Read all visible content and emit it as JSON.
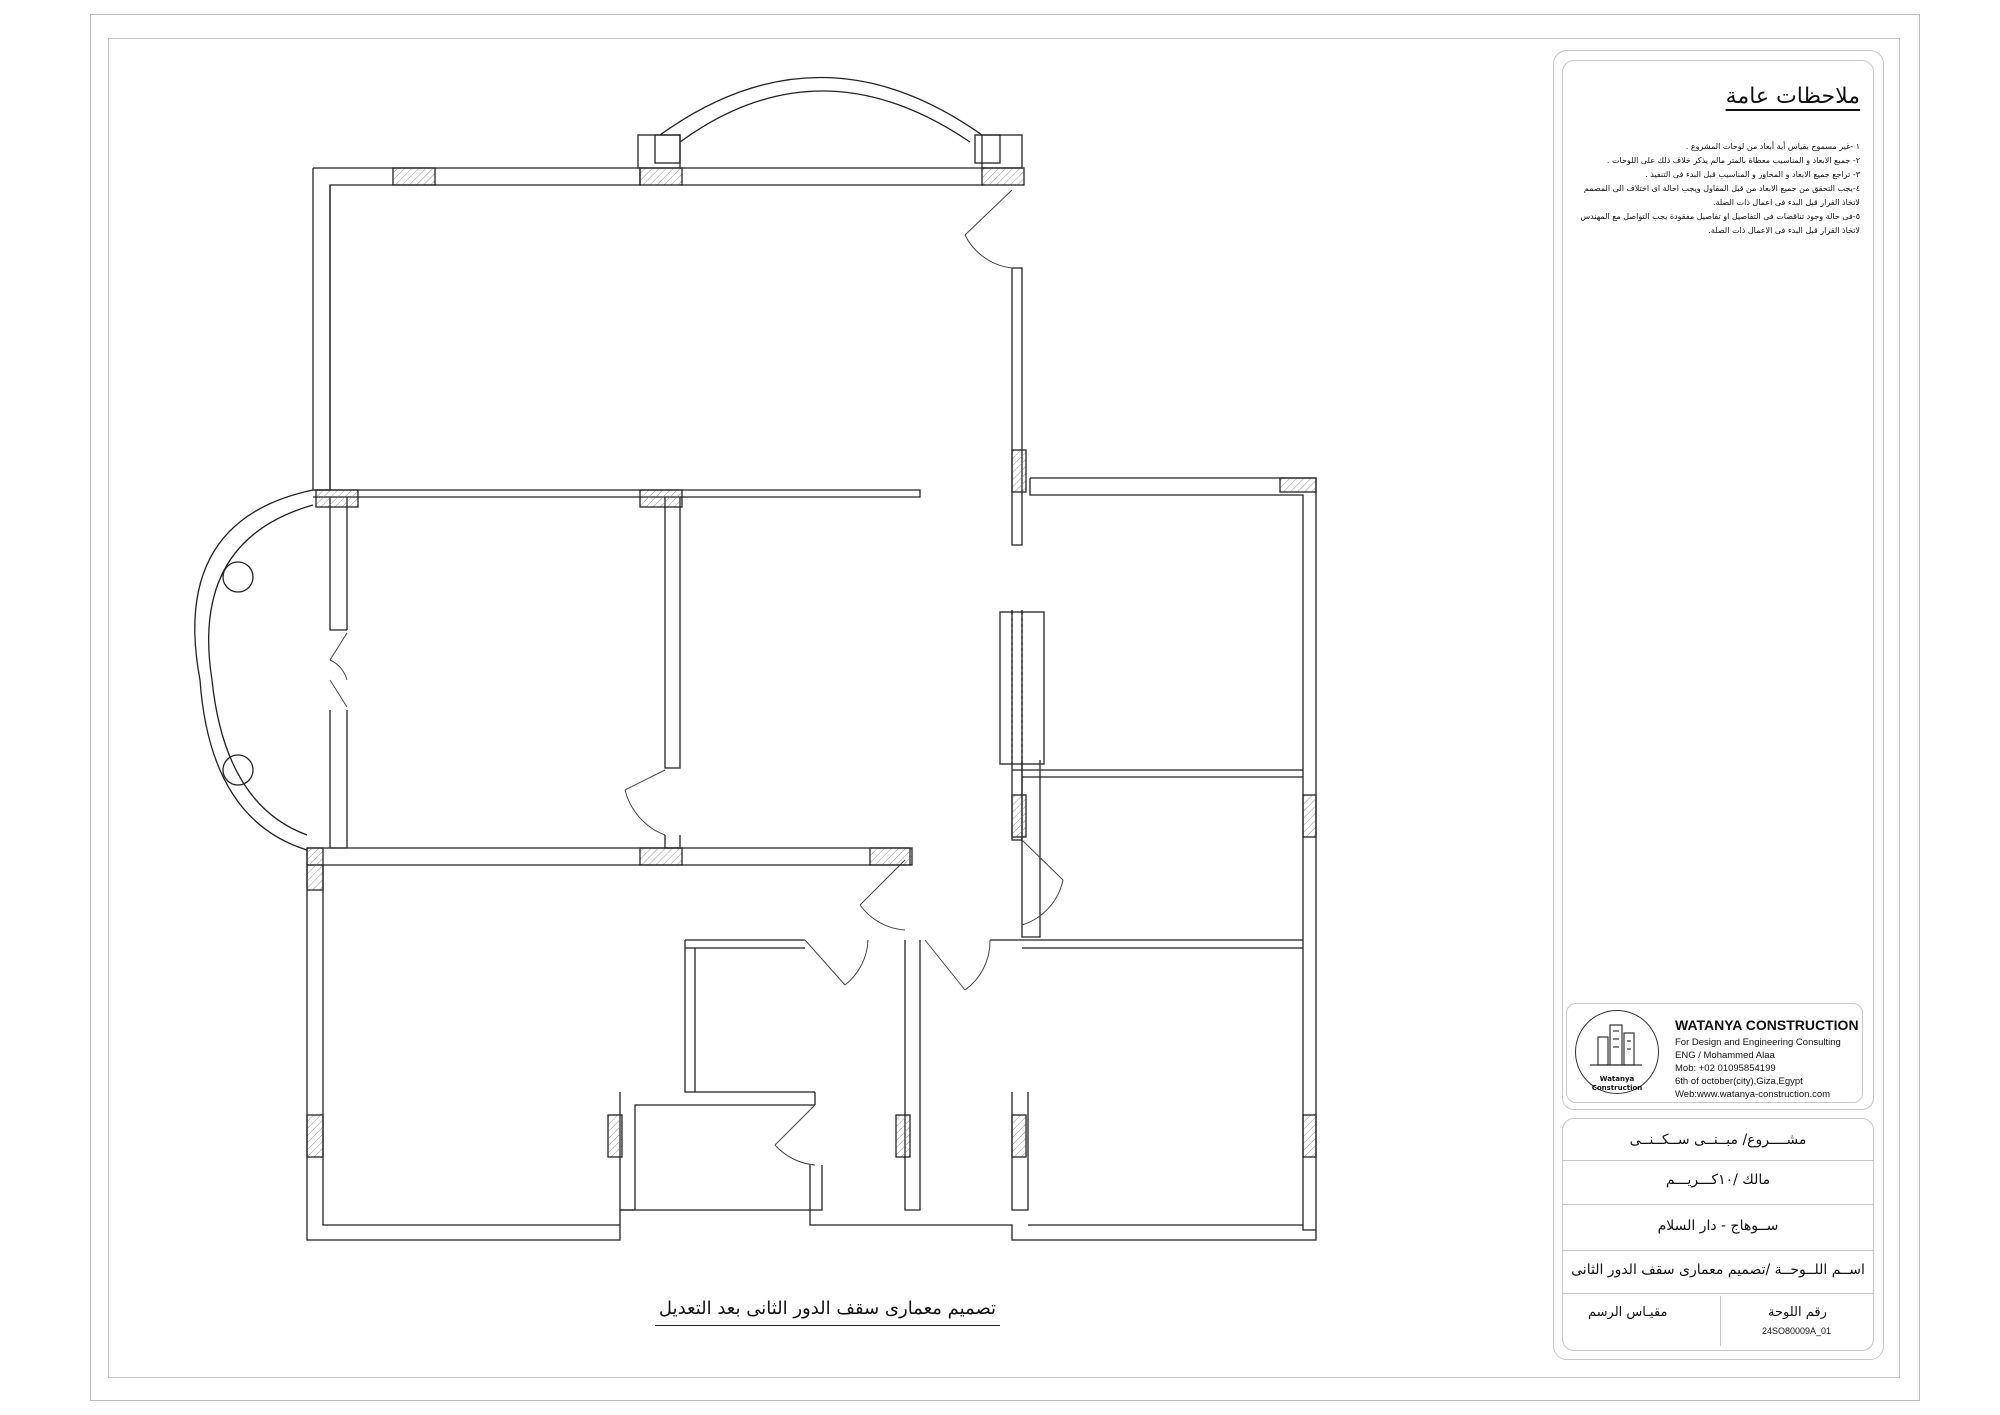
{
  "general_notes": {
    "title": "ملاحظات عامة",
    "items": [
      "١ -غير مسموح بقياس أية أبعاد من لوحات المشروع .",
      "٢- جميع الابعاد و المناسيب معطاة بالمتر مالم يذكر خلاف ذلك على اللوحات .",
      "٣- تراجع جميع الابعاد و المحاور و المناسيب  قبل البدء فى التنفيذ .",
      "٤-يجب التحقق من جميع الابعاد من قبل المقاول ويجب احالة اى اختلاف الى المصمم",
      "لاتخاذ القرار قبل البدء فى اعمال ذات الصلة.",
      "٥-فى حالة وجود تناقضات فى التفاصيل او تفاصيل مفقودة يجب التواصل مع المهندس",
      "لاتخاذ القرار قبل البدء فى الاعمال ذات الصلة."
    ]
  },
  "company": {
    "logo_text_1": "Watanya",
    "logo_text_2": "Construction",
    "name": "WATANYA CONSTRUCTION",
    "tagline": "For Design and Engineering Consulting",
    "engineer": "ENG / Mohammed Alaa",
    "mobile": "Mob: +02 01095854199",
    "address": "6th of october(city),Giza,Egypt",
    "web": "Web:www.watanya-construction.com"
  },
  "title_block": {
    "project": "مشــــروع/ مبــنــى ســكــنــى",
    "owner": "مالك /١٠كـــريـــم",
    "location": "ســوهاج  -  دار السلام",
    "sheet_name": "اســم اللــوحــة /تصميم معمارى سقف الدور الثانى",
    "sheet_number_label": "رقم اللوحة",
    "sheet_number": "24SO80009A_01",
    "scale_label": "مقيـاس الرسم"
  },
  "plan_title": "تصميم معمارى سقف الدور الثانى بعد التعديل"
}
